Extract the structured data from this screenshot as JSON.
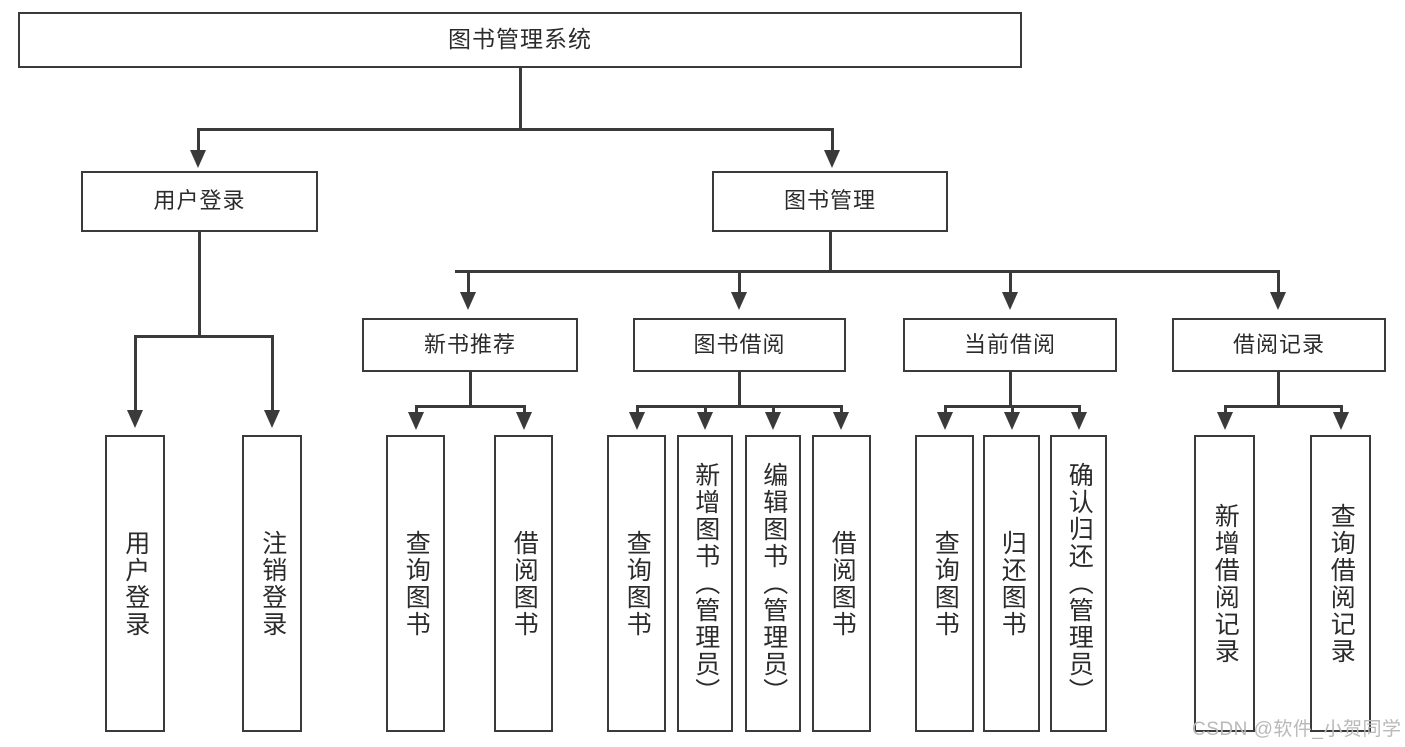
{
  "diagram": {
    "title": "图书管理系统",
    "type": "tree-hierarchy-chart",
    "root": {
      "label": "图书管理系统"
    },
    "level2": [
      {
        "label": "用户登录"
      },
      {
        "label": "图书管理"
      }
    ],
    "level3": [
      {
        "label": "新书推荐"
      },
      {
        "label": "图书借阅"
      },
      {
        "label": "当前借阅"
      },
      {
        "label": "借阅记录"
      }
    ],
    "leaves": {
      "user_login": [
        {
          "label": "用户登录"
        },
        {
          "label": "注销登录"
        }
      ],
      "new_book_recommend": [
        {
          "label": "查询图书"
        },
        {
          "label": "借阅图书"
        }
      ],
      "book_borrow": [
        {
          "label": "查询图书"
        },
        {
          "label": "新增图书（管理员）"
        },
        {
          "label": "编辑图书（管理员）"
        },
        {
          "label": "借阅图书"
        }
      ],
      "current_borrow": [
        {
          "label": "查询图书"
        },
        {
          "label": "归还图书"
        },
        {
          "label": "确认归还（管理员）"
        }
      ],
      "borrow_record": [
        {
          "label": "新增借阅记录"
        },
        {
          "label": "查询借阅记录"
        }
      ]
    }
  },
  "watermark": {
    "text": "CSDN @软件_小贺同学"
  },
  "colors": {
    "stroke": "#3a3a3a",
    "text": "#2b2b2b",
    "background": "#ffffff",
    "watermark": "#b9b9b9"
  }
}
